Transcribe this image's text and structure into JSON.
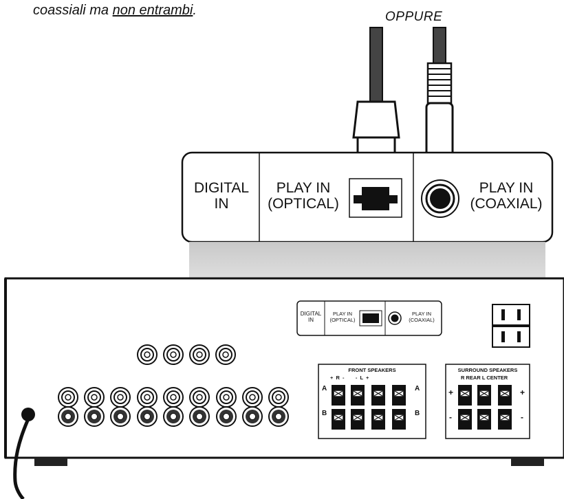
{
  "instruction": {
    "line_start": "coassiali ma ",
    "line_underlined": "non entrambi",
    "line_end": "."
  },
  "oppure_label": "OPPURE",
  "callout": {
    "digital_in_line1": "DIGITAL",
    "digital_in_line2": "IN",
    "optical_line1": "PLAY IN",
    "optical_line2": "(OPTICAL)",
    "coaxial_line1": "PLAY IN",
    "coaxial_line2": "(COAXIAL)"
  },
  "panel": {
    "digital_in_line1": "DIGITAL",
    "digital_in_line2": "IN",
    "optical_line1": "PLAY IN",
    "optical_line2": "(OPTICAL)",
    "coaxial_line1": "PLAY IN",
    "coaxial_line2": "(COAXIAL)"
  },
  "front_speakers": {
    "title": "FRONT SPEAKERS",
    "polarity_row": "+ R -     - L +",
    "row_a": "A",
    "row_b": "B"
  },
  "surround_speakers": {
    "title": "SURROUND SPEAKERS",
    "sub_row": "R REAR L CENTER",
    "plus": "+",
    "minus": "-"
  },
  "colors": {
    "ink": "#111111",
    "gray_funnel": "#d9d9d9",
    "cable": "#555555"
  }
}
